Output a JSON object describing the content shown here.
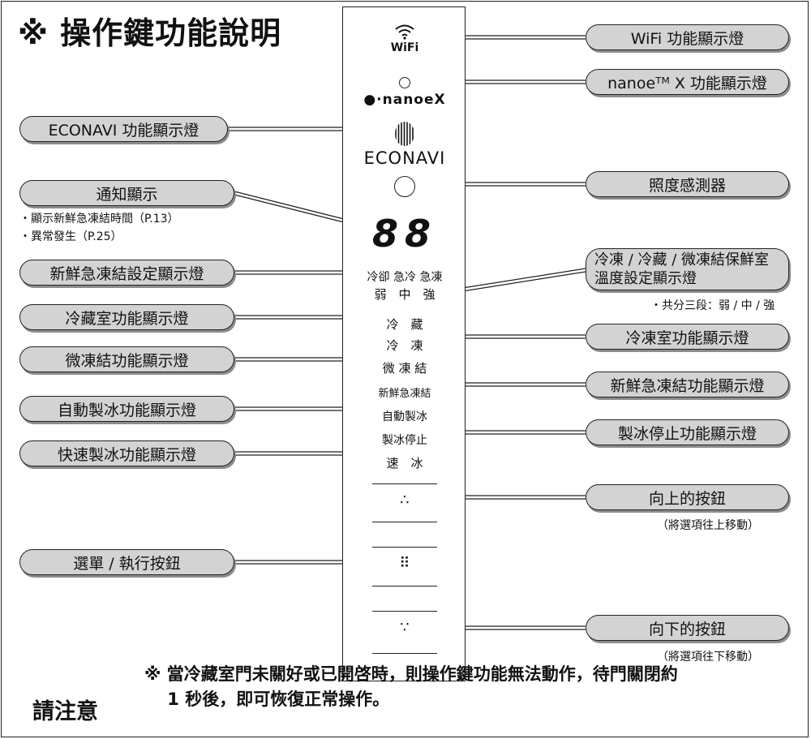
{
  "title": "※ 操作鍵功能說明",
  "panel": {
    "wifi": "WiFi",
    "nanoe": "●·nanoeX",
    "econavi": "ECONAVI",
    "display": "88",
    "mode_row1": "冷卻 急冷 急凍",
    "mode_row2": "弱　中　強",
    "fridge": "冷　藏",
    "freezer": "冷　凍",
    "micro": "微 凍 結",
    "fresh": "新鮮急凍結",
    "autoice": "自動製冰",
    "icestop": "製冰停止",
    "fastice": "速　冰",
    "btn_up_icon": "∴",
    "btn_menu_icon": "⠿",
    "btn_down_icon": "∵"
  },
  "left_callouts": {
    "econavi": "ECONAVI 功能顯示燈",
    "notify": "通知顯示",
    "notify_note1": "・顯示新鮮急凍結時間（P.13）",
    "notify_note2": "・異常發生（P.25）",
    "fresh_set": "新鮮急凍結設定顯示燈",
    "fridge": "冷藏室功能顯示燈",
    "micro": "微凍結功能顯示燈",
    "autoice": "自動製冰功能顯示燈",
    "fastice": "快速製冰功能顯示燈",
    "menu": "選單 / 執行按鈕"
  },
  "right_callouts": {
    "wifi": "WiFi 功能顯示燈",
    "nanoe": "nanoeᵀᴹ X 功能顯示燈",
    "light": "照度感測器",
    "temp_line1": "冷凍 / 冷藏 / 微凍結保鮮室",
    "temp_line2": "溫度設定顯示燈",
    "temp_note": "・共分三段：弱 / 中 / 強",
    "freezer": "冷凍室功能顯示燈",
    "fresh": "新鮮急凍結功能顯示燈",
    "icestop": "製冰停止功能顯示燈",
    "up": "向上的按鈕",
    "up_note": "（將選項往上移動）",
    "down": "向下的按鈕",
    "down_note": "（將選項往下移動）"
  },
  "notice": {
    "title": "請注意",
    "line1": "※ 當冷藏室門未關好或已開啓時，則操作鍵功能無法動作，待門關閉約",
    "line2": "　 1 秒後，即可恢復正常操作。"
  }
}
